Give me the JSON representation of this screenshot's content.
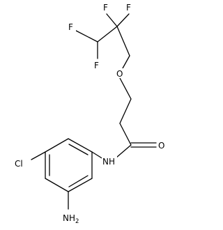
{
  "molecule": {
    "atoms": {
      "F_top_left": "F",
      "F_top_mid": "F",
      "F_top_right": "F",
      "F_left_lower": "F",
      "O_ether": "O",
      "O_carbonyl": "O",
      "NH": "NH",
      "Cl": "Cl",
      "NH2_main": "NH",
      "NH2_sub": "2"
    }
  }
}
